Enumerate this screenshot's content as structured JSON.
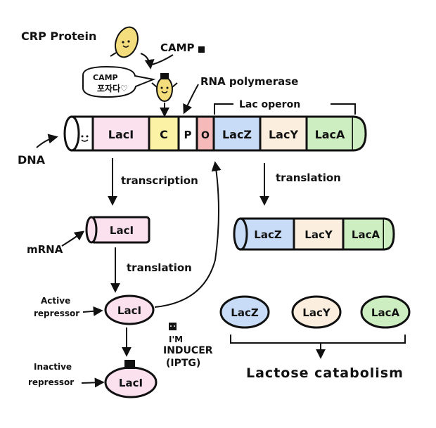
{
  "labels": {
    "crp_protein": "CRP Protein",
    "camp": "CAMP",
    "bubble_line1": "CAMP",
    "bubble_line2": "포자다♡",
    "rna_polymerase": "RNA polymerase",
    "lac_operon": "Lac operon",
    "dna": "DNA",
    "transcription": "transcription",
    "translation_left": "translation",
    "translation_right": "translation",
    "mrna": "mRNA",
    "active_line1": "Active",
    "active_line2": "repressor",
    "inactive_line1": "Inactive",
    "inactive_line2": "repressor",
    "inducer_line1": "I'M",
    "inducer_line2": "INDUCER",
    "inducer_line3": "(IPTG)",
    "lactose_catabolism": "Lactose catabolism"
  },
  "dna_segments": {
    "laci": "LacI",
    "c": "C",
    "p": "P",
    "o": "O",
    "lacz": "LacZ",
    "lacy": "LacY",
    "laca": "LacA"
  },
  "mrna_label": "LacI",
  "poly_mrna": {
    "lacz": "LacZ",
    "lacy": "LacY",
    "laca": "LacA"
  },
  "repressors": {
    "active": "LacI",
    "inactive": "LacI"
  },
  "proteins": {
    "lacz": "LacZ",
    "lacy": "LacY",
    "laca": "LacA"
  },
  "colors": {
    "laci": "#fbe1ee",
    "c": "#fbf2a6",
    "p": "#ffffff",
    "o": "#f6b9b9",
    "lacz": "#c8dcf7",
    "lacy": "#fbeede",
    "laca": "#cdeec0",
    "crp": "#f3dd7c",
    "ink": "#111111"
  }
}
